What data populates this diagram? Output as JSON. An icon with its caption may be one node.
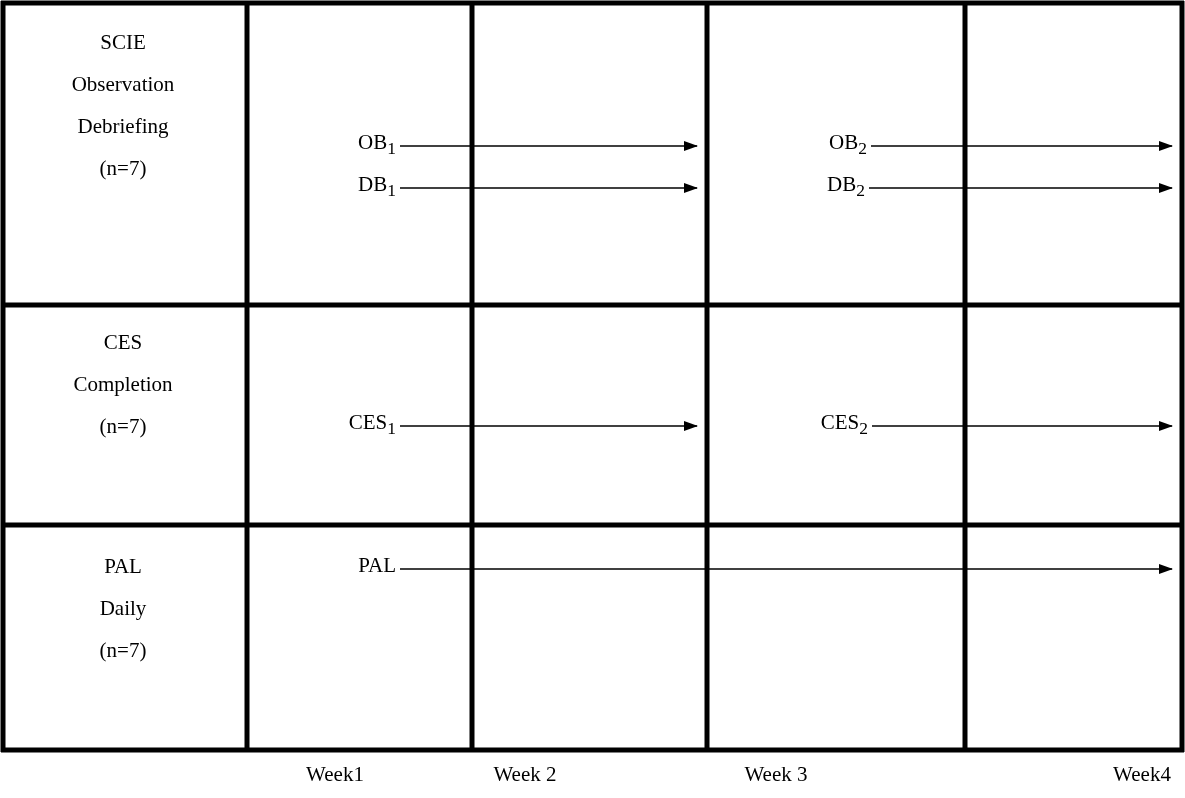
{
  "diagram": {
    "nodes": [
      {
        "text": [
          "OB$_{1}$"
        ]
      },
      {
        "text": [
          "DB$_{1}$"
        ]
      },
      {
        "text": [
          "OB$_{2}$"
        ]
      },
      {
        "text": [
          "DB$_{2}$"
        ]
      },
      {
        "text": [
          "CES$_{1}$"
        ]
      },
      {
        "text": [
          "CES$_{2}$"
        ]
      },
      {
        "text": [
          "PAL"
        ]
      }
    ],
    "edges": [
      {
        "from": 0,
        "to": null,
        "arrow": "to"
      },
      {
        "from": 1,
        "to": null,
        "arrow": "to"
      },
      {
        "from": 2,
        "to": null,
        "arrow": "to"
      },
      {
        "from": 3,
        "to": null,
        "arrow": "to"
      },
      {
        "from": 4,
        "to": null,
        "arrow": "to"
      },
      {
        "from": 5,
        "to": null,
        "arrow": "to"
      },
      {
        "from": 6,
        "to": null,
        "arrow": "to"
      }
    ],
    "labels": [
      "SCIE",
      "Observation",
      "Debriefing",
      "(n=7)",
      "CES",
      "Completion",
      "(n=7)",
      "PAL",
      "Daily",
      "(n=7)",
      "Week1",
      "Week 2",
      "Week 3",
      "Week4"
    ]
  }
}
